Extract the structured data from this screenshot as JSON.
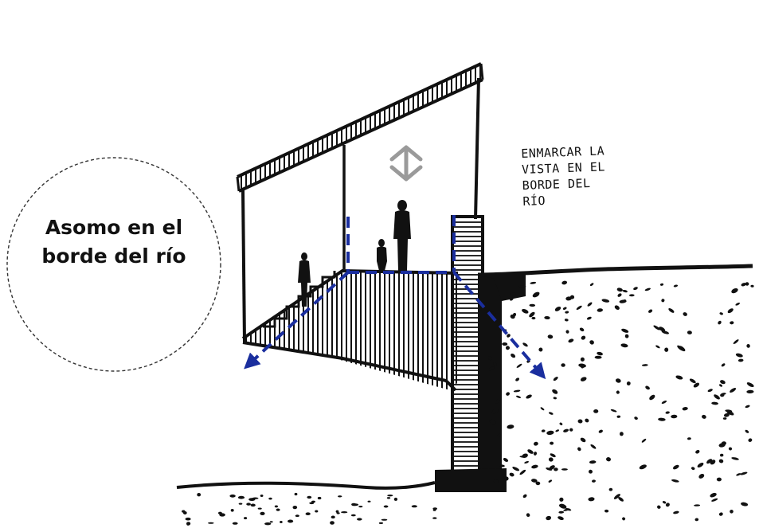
{
  "title": {
    "line1": "Asomo en el",
    "line2": "borde del río"
  },
  "annotation": {
    "line1": "ENMARCAR LA",
    "line2": "VISTA EN EL",
    "line3": "BORDE DEL",
    "line4": "RÍO"
  },
  "colors": {
    "ink": "#111111",
    "arrow": "#1a2e9e",
    "accent_gray": "#9a9a9a"
  },
  "icons": {
    "vertical_arrow": "double-headed-vertical-arrow-icon",
    "sightline_arrows": "dashed-arrow-icon"
  }
}
